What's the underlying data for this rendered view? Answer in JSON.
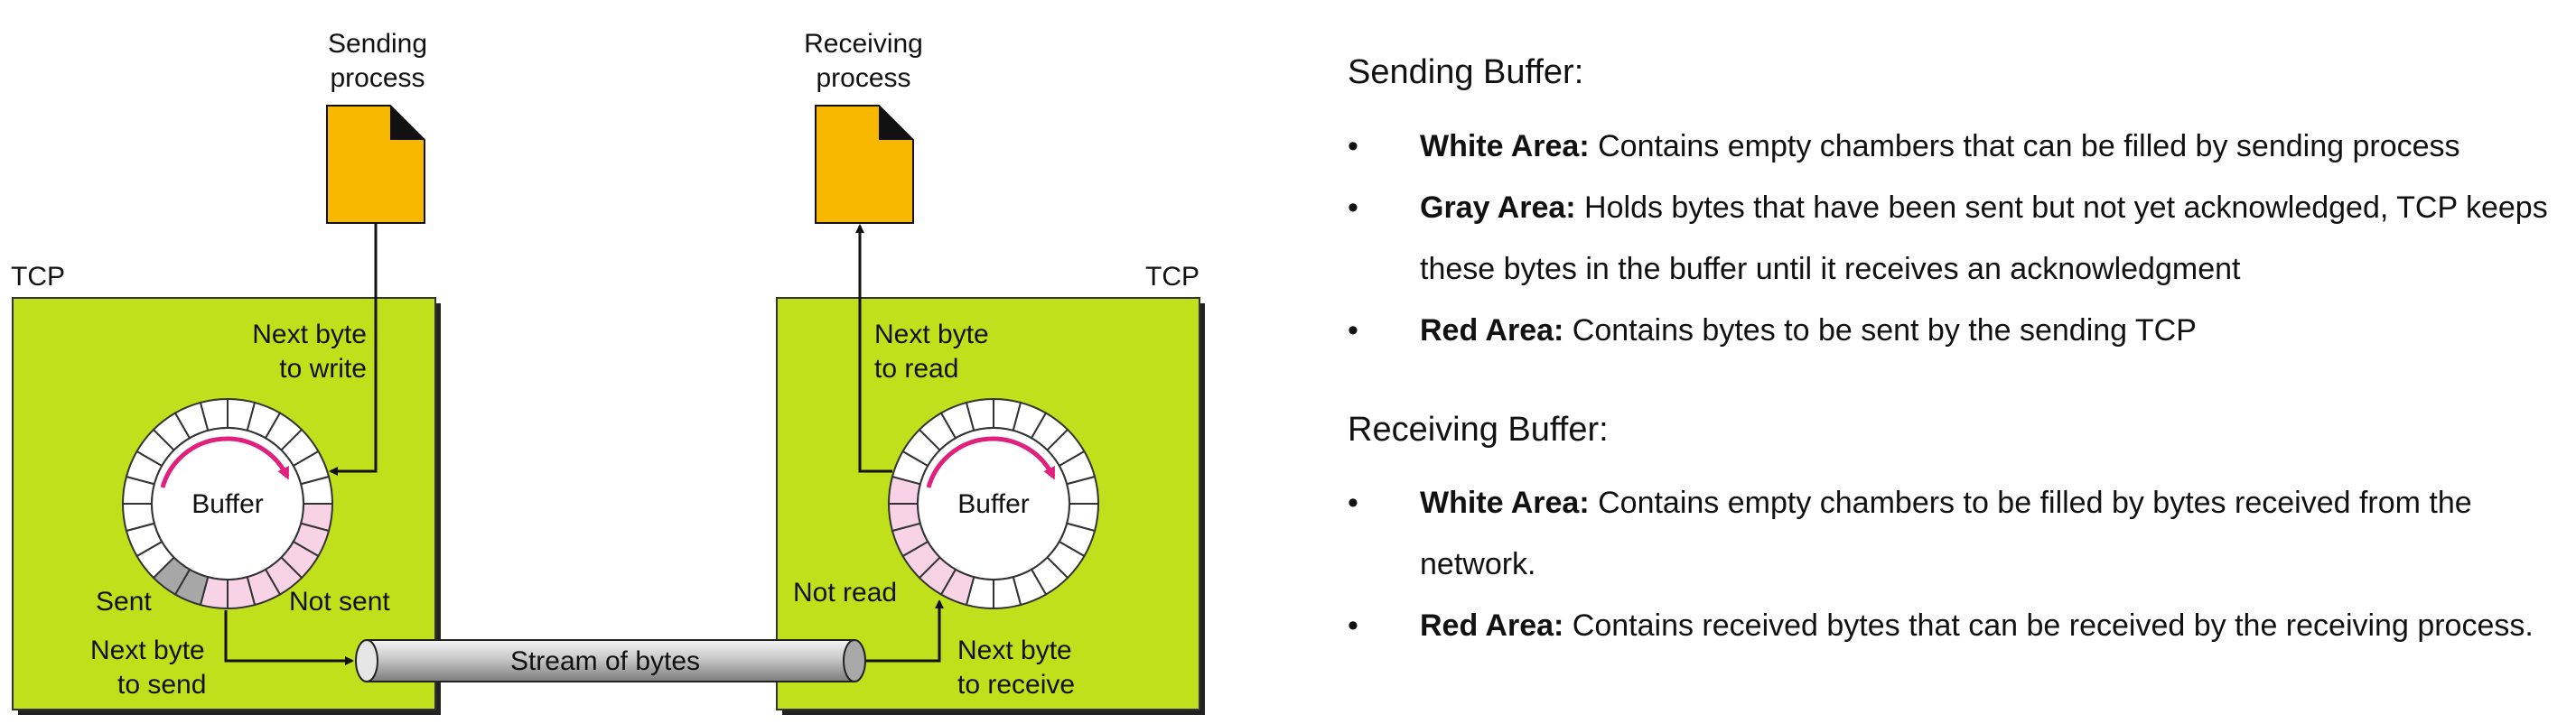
{
  "diagram": {
    "sending_process_label": [
      "Sending",
      "process"
    ],
    "receiving_process_label": [
      "Receiving",
      "process"
    ],
    "tcp_left": "TCP",
    "tcp_right": "TCP",
    "next_byte_to_write": [
      "Next byte",
      "to write"
    ],
    "next_byte_to_read": [
      "Next byte",
      "to read"
    ],
    "buffer_left": "Buffer",
    "buffer_right": "Buffer",
    "sent": "Sent",
    "not_sent": "Not sent",
    "not_read": "Not read",
    "next_byte_to_send": [
      "Next byte",
      "to send"
    ],
    "next_byte_to_receive": [
      "Next byte",
      "to receive"
    ],
    "stream": "Stream of bytes",
    "colors": {
      "tcp_box": "#bfe01a",
      "file": "#f9b800",
      "pink": "#f8d3e6",
      "gray": "#a7a7a7",
      "arrow_magenta": "#e0207c"
    }
  },
  "notes": {
    "sending": {
      "title": "Sending Buffer:",
      "items": [
        {
          "bullet": "•",
          "label": "White Area:",
          "text": " Contains empty chambers that can be filled by sending process"
        },
        {
          "bullet": "•",
          "label": "Gray Area:",
          "text": " Holds bytes that have been sent but not yet acknowledged, TCP keeps these bytes in the buffer until it receives an acknowledgment"
        },
        {
          "bullet": "•",
          "label": "Red Area:",
          "text": " Contains bytes to be sent by the sending TCP"
        }
      ]
    },
    "receiving": {
      "title": "Receiving Buffer:",
      "items": [
        {
          "bullet": "•",
          "label": "White Area:",
          "text": " Contains empty chambers to be filled by bytes received from the network."
        },
        {
          "bullet": "•",
          "label": "Red Area:",
          "text": " Contains received bytes that can be received by the receiving process."
        }
      ]
    }
  }
}
